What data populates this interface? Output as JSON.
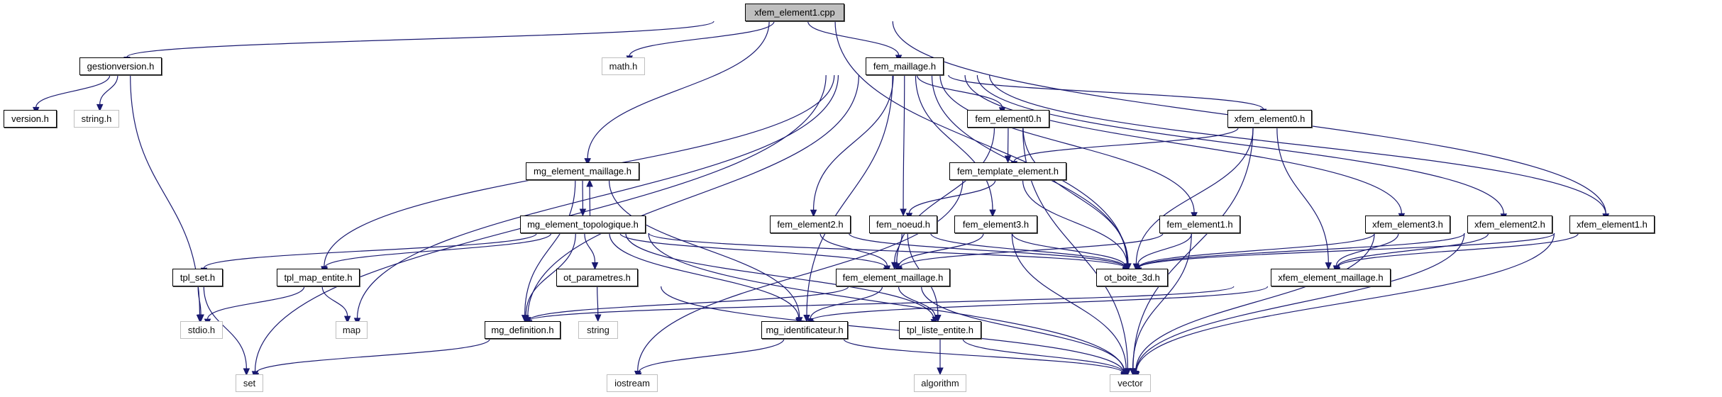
{
  "graph": {
    "title": "xfem_element1.cpp",
    "edge_color": "#191970",
    "root_fill": "#bfbfbf",
    "nodes": [
      {
        "id": "xfem_element1_cpp",
        "label": "xfem_element1.cpp",
        "kind": "root"
      },
      {
        "id": "gestionversion_h",
        "label": "gestionversion.h",
        "kind": "doc"
      },
      {
        "id": "math_h",
        "label": "math.h",
        "kind": "ext"
      },
      {
        "id": "fem_maillage_h",
        "label": "fem_maillage.h",
        "kind": "doc"
      },
      {
        "id": "version_h",
        "label": "version.h",
        "kind": "doc"
      },
      {
        "id": "string_h",
        "label": "string.h",
        "kind": "ext"
      },
      {
        "id": "fem_element0_h",
        "label": "fem_element0.h",
        "kind": "doc"
      },
      {
        "id": "xfem_element0_h",
        "label": "xfem_element0.h",
        "kind": "doc"
      },
      {
        "id": "mg_element_maillage_h",
        "label": "mg_element_maillage.h",
        "kind": "doc"
      },
      {
        "id": "fem_template_element_h",
        "label": "fem_template_element.h",
        "kind": "doc"
      },
      {
        "id": "mg_element_topologique_h",
        "label": "mg_element_topologique.h",
        "kind": "doc"
      },
      {
        "id": "fem_element2_h",
        "label": "fem_element2.h",
        "kind": "doc"
      },
      {
        "id": "fem_noeud_h",
        "label": "fem_noeud.h",
        "kind": "doc"
      },
      {
        "id": "fem_element3_h",
        "label": "fem_element3.h",
        "kind": "doc"
      },
      {
        "id": "fem_element1_h",
        "label": "fem_element1.h",
        "kind": "doc"
      },
      {
        "id": "xfem_element3_h",
        "label": "xfem_element3.h",
        "kind": "doc"
      },
      {
        "id": "xfem_element2_h",
        "label": "xfem_element2.h",
        "kind": "doc"
      },
      {
        "id": "xfem_element1_h",
        "label": "xfem_element1.h",
        "kind": "doc"
      },
      {
        "id": "tpl_set_h",
        "label": "tpl_set.h",
        "kind": "doc"
      },
      {
        "id": "tpl_map_entite_h",
        "label": "tpl_map_entite.h",
        "kind": "doc"
      },
      {
        "id": "ot_parametres_h",
        "label": "ot_parametres.h",
        "kind": "doc"
      },
      {
        "id": "fem_element_maillage_h",
        "label": "fem_element_maillage.h",
        "kind": "doc"
      },
      {
        "id": "ot_boite_3d_h",
        "label": "ot_boite_3d.h",
        "kind": "doc"
      },
      {
        "id": "xfem_element_maillage_h",
        "label": "xfem_element_maillage.h",
        "kind": "doc"
      },
      {
        "id": "stdio_h",
        "label": "stdio.h",
        "kind": "ext"
      },
      {
        "id": "map",
        "label": "map",
        "kind": "ext"
      },
      {
        "id": "mg_definition_h",
        "label": "mg_definition.h",
        "kind": "doc"
      },
      {
        "id": "string",
        "label": "string",
        "kind": "ext"
      },
      {
        "id": "mg_identificateur_h",
        "label": "mg_identificateur.h",
        "kind": "doc"
      },
      {
        "id": "tpl_liste_entite_h",
        "label": "tpl_liste_entite.h",
        "kind": "doc"
      },
      {
        "id": "set",
        "label": "set",
        "kind": "ext"
      },
      {
        "id": "iostream",
        "label": "iostream",
        "kind": "ext"
      },
      {
        "id": "algorithm",
        "label": "algorithm",
        "kind": "ext"
      },
      {
        "id": "vector",
        "label": "vector",
        "kind": "ext"
      }
    ],
    "edges": [
      [
        "xfem_element1_cpp",
        "gestionversion_h"
      ],
      [
        "xfem_element1_cpp",
        "math_h"
      ],
      [
        "xfem_element1_cpp",
        "fem_maillage_h"
      ],
      [
        "xfem_element1_cpp",
        "mg_element_maillage_h"
      ],
      [
        "xfem_element1_cpp",
        "ot_boite_3d_h"
      ],
      [
        "xfem_element1_cpp",
        "xfem_element1_h"
      ],
      [
        "gestionversion_h",
        "version_h"
      ],
      [
        "gestionversion_h",
        "string_h"
      ],
      [
        "gestionversion_h",
        "stdio_h"
      ],
      [
        "fem_maillage_h",
        "set"
      ],
      [
        "fem_maillage_h",
        "tpl_map_entite_h"
      ],
      [
        "fem_maillage_h",
        "map"
      ],
      [
        "fem_maillage_h",
        "mg_definition_h"
      ],
      [
        "fem_maillage_h",
        "mg_identificateur_h"
      ],
      [
        "fem_maillage_h",
        "fem_element2_h"
      ],
      [
        "fem_maillage_h",
        "fem_noeud_h"
      ],
      [
        "fem_maillage_h",
        "fem_element3_h"
      ],
      [
        "fem_maillage_h",
        "fem_element0_h"
      ],
      [
        "fem_maillage_h",
        "ot_boite_3d_h"
      ],
      [
        "fem_maillage_h",
        "fem_element1_h"
      ],
      [
        "fem_maillage_h",
        "xfem_element0_h"
      ],
      [
        "fem_maillage_h",
        "xfem_element3_h"
      ],
      [
        "fem_maillage_h",
        "xfem_element2_h"
      ],
      [
        "fem_maillage_h",
        "xfem_element1_h"
      ],
      [
        "fem_element0_h",
        "fem_template_element_h"
      ],
      [
        "fem_element0_h",
        "fem_element_maillage_h"
      ],
      [
        "fem_element0_h",
        "ot_boite_3d_h"
      ],
      [
        "fem_element0_h",
        "vector"
      ],
      [
        "xfem_element0_h",
        "fem_template_element_h"
      ],
      [
        "xfem_element0_h",
        "ot_boite_3d_h"
      ],
      [
        "xfem_element0_h",
        "xfem_element_maillage_h"
      ],
      [
        "xfem_element0_h",
        "vector"
      ],
      [
        "fem_template_element_h",
        "fem_noeud_h"
      ],
      [
        "fem_template_element_h",
        "ot_boite_3d_h"
      ],
      [
        "fem_template_element_h",
        "iostream"
      ],
      [
        "mg_element_maillage_h",
        "mg_element_topologique_h"
      ],
      [
        "mg_element_maillage_h",
        "mg_definition_h"
      ],
      [
        "mg_element_maillage_h",
        "mg_identificateur_h"
      ],
      [
        "mg_element_topologique_h",
        "mg_element_maillage_h"
      ],
      [
        "mg_element_topologique_h",
        "tpl_set_h"
      ],
      [
        "mg_element_topologique_h",
        "tpl_map_entite_h"
      ],
      [
        "mg_element_topologique_h",
        "ot_parametres_h"
      ],
      [
        "mg_element_topologique_h",
        "mg_definition_h"
      ],
      [
        "mg_element_topologique_h",
        "mg_identificateur_h"
      ],
      [
        "mg_element_topologique_h",
        "fem_element_maillage_h"
      ],
      [
        "mg_element_topologique_h",
        "tpl_liste_entite_h"
      ],
      [
        "mg_element_topologique_h",
        "ot_boite_3d_h"
      ],
      [
        "mg_element_topologique_h",
        "vector"
      ],
      [
        "fem_element2_h",
        "fem_element_maillage_h"
      ],
      [
        "fem_element2_h",
        "ot_boite_3d_h"
      ],
      [
        "fem_noeud_h",
        "fem_element_maillage_h"
      ],
      [
        "fem_noeud_h",
        "ot_boite_3d_h"
      ],
      [
        "fem_noeud_h",
        "tpl_liste_entite_h"
      ],
      [
        "fem_element3_h",
        "fem_element_maillage_h"
      ],
      [
        "fem_element3_h",
        "ot_boite_3d_h"
      ],
      [
        "fem_element3_h",
        "vector"
      ],
      [
        "fem_element1_h",
        "fem_element_maillage_h"
      ],
      [
        "fem_element1_h",
        "ot_boite_3d_h"
      ],
      [
        "fem_element1_h",
        "vector"
      ],
      [
        "xfem_element3_h",
        "ot_boite_3d_h"
      ],
      [
        "xfem_element3_h",
        "xfem_element_maillage_h"
      ],
      [
        "xfem_element3_h",
        "vector"
      ],
      [
        "xfem_element2_h",
        "ot_boite_3d_h"
      ],
      [
        "xfem_element2_h",
        "xfem_element_maillage_h"
      ],
      [
        "xfem_element2_h",
        "vector"
      ],
      [
        "xfem_element1_h",
        "ot_boite_3d_h"
      ],
      [
        "xfem_element1_h",
        "xfem_element_maillage_h"
      ],
      [
        "xfem_element1_h",
        "vector"
      ],
      [
        "tpl_set_h",
        "stdio_h"
      ],
      [
        "tpl_set_h",
        "set"
      ],
      [
        "tpl_map_entite_h",
        "stdio_h"
      ],
      [
        "tpl_map_entite_h",
        "map"
      ],
      [
        "ot_parametres_h",
        "string"
      ],
      [
        "ot_parametres_h",
        "vector"
      ],
      [
        "fem_element_maillage_h",
        "mg_definition_h"
      ],
      [
        "fem_element_maillage_h",
        "mg_identificateur_h"
      ],
      [
        "fem_element_maillage_h",
        "tpl_liste_entite_h"
      ],
      [
        "fem_element_maillage_h",
        "vector"
      ],
      [
        "xfem_element_maillage_h",
        "mg_definition_h"
      ],
      [
        "xfem_element_maillage_h",
        "mg_identificateur_h"
      ],
      [
        "mg_definition_h",
        "set"
      ],
      [
        "mg_identificateur_h",
        "iostream"
      ],
      [
        "mg_identificateur_h",
        "vector"
      ],
      [
        "tpl_liste_entite_h",
        "algorithm"
      ],
      [
        "tpl_liste_entite_h",
        "vector"
      ]
    ]
  }
}
